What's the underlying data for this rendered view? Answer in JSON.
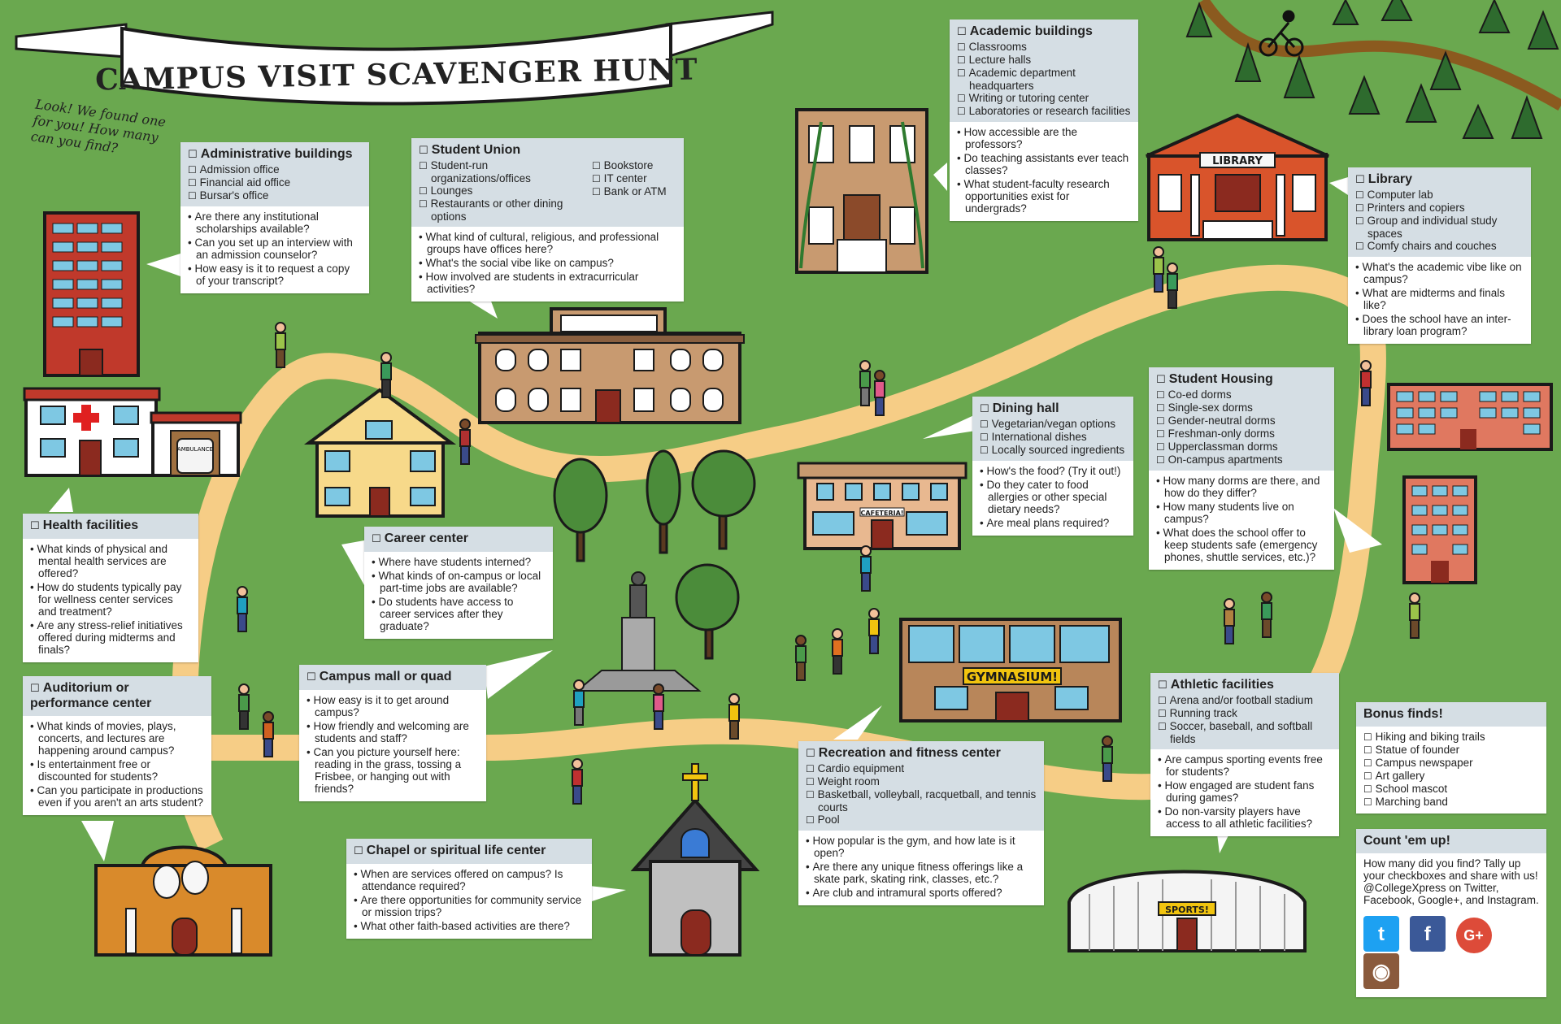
{
  "banner": {
    "title": "CAMPUS VISIT SCAVENGER HUNT"
  },
  "note": "Look! We found one for you! How many can you find?",
  "signs": {
    "library": "LIBRARY",
    "cafeteria": "CAFETERIA!",
    "gymnasium": "GYMNASIUM!",
    "sports": "SPORTS!",
    "ambulance": "AMBULANCE"
  },
  "cards": {
    "admin": {
      "title": "Administrative buildings",
      "items": [
        "Admission office",
        "Financial aid office",
        "Bursar's office"
      ],
      "questions": [
        "Are there any institutional scholarships available?",
        "Can you set up an interview with an admission counselor?",
        "How easy is it to request a copy of your transcript?"
      ]
    },
    "union": {
      "title": "Student Union",
      "items_left": [
        "Student-run organizations/offices",
        "Lounges",
        "Restaurants or other dining options"
      ],
      "items_right": [
        "Bookstore",
        "IT center",
        "Bank or ATM"
      ],
      "questions": [
        "What kind of cultural, religious, and professional groups have offices here?",
        "What's the social vibe like on campus?",
        "How involved are students in extracurricular activities?"
      ]
    },
    "academic": {
      "title": "Academic buildings",
      "items": [
        "Classrooms",
        "Lecture halls",
        "Academic department headquarters",
        "Writing or tutoring center",
        "Laboratories or research facilities"
      ],
      "questions": [
        "How accessible are the professors?",
        "Do teaching assistants ever teach classes?",
        "What student-faculty research opportunities exist for undergrads?"
      ]
    },
    "library": {
      "title": "Library",
      "items": [
        "Computer lab",
        "Printers and copiers",
        "Group and individual study spaces",
        "Comfy chairs and couches"
      ],
      "questions": [
        "What's the academic vibe like on campus?",
        "What are midterms and finals like?",
        "Does the school have an inter-library loan program?"
      ]
    },
    "housing": {
      "title": "Student Housing",
      "items": [
        "Co-ed dorms",
        "Single-sex dorms",
        "Gender-neutral dorms",
        "Freshman-only dorms",
        "Upperclassman dorms",
        "On-campus apartments"
      ],
      "questions": [
        "How many dorms are there, and how do they differ?",
        "How many students live on campus?",
        "What does the school offer to keep students safe (emergency phones, shuttle services, etc.)?"
      ]
    },
    "dining": {
      "title": "Dining hall",
      "items": [
        "Vegetarian/vegan options",
        "International dishes",
        "Locally sourced ingredients"
      ],
      "questions": [
        "How's the food? (Try it out!)",
        "Do they cater to food allergies or other special dietary needs?",
        "Are meal plans required?"
      ]
    },
    "health": {
      "title": "Health facilities",
      "questions": [
        "What kinds of physical and mental health services are offered?",
        "How do students typically pay for wellness center services and treatment?",
        "Are any stress-relief initiatives offered during midterms and finals?"
      ]
    },
    "career": {
      "title": "Career center",
      "questions": [
        "Where have students interned?",
        "What kinds of on-campus or local part-time jobs are available?",
        "Do students have access to career services after they graduate?"
      ]
    },
    "auditorium": {
      "title": "Auditorium or performance center",
      "questions": [
        "What kinds of movies, plays, concerts, and lectures are happening around campus?",
        "Is entertainment free or discounted for students?",
        "Can you participate in productions even if you aren't an arts student?"
      ]
    },
    "quad": {
      "title": "Campus mall or quad",
      "questions": [
        "How easy is it to get around campus?",
        "How friendly and welcoming are students and staff?",
        "Can you picture yourself here: reading in the grass, tossing a Frisbee, or hanging out with friends?"
      ]
    },
    "chapel": {
      "title": "Chapel or spiritual life center",
      "questions": [
        "When are services offered on campus? Is attendance required?",
        "Are there opportunities for community service or mission trips?",
        "What other faith-based activities are there?"
      ]
    },
    "recreation": {
      "title": "Recreation and fitness center",
      "items": [
        "Cardio equipment",
        "Weight room",
        "Basketball, volleyball, racquetball, and tennis courts",
        "Pool"
      ],
      "questions": [
        "How popular is the gym, and how late is it open?",
        "Are there any unique fitness offerings like a skate park, skating rink, classes, etc.?",
        "Are club and intramural sports offered?"
      ]
    },
    "athletic": {
      "title": "Athletic facilities",
      "items": [
        "Arena and/or football stadium",
        "Running track",
        "Soccer, baseball, and softball fields"
      ],
      "questions": [
        "Are campus sporting events free for students?",
        "How engaged are student fans during games?",
        "Do non-varsity players have access to all athletic facilities?"
      ]
    },
    "bonus": {
      "title": "Bonus finds!",
      "items": [
        "Hiking and biking trails",
        "Statue of founder",
        "Campus newspaper",
        "Art gallery",
        "School mascot",
        "Marching band"
      ]
    },
    "count": {
      "title": "Count 'em up!",
      "text": "How many did you find? Tally up your checkboxes and share with us! @CollegeXpress on Twitter, Facebook, Google+, and Instagram."
    }
  },
  "social": {
    "twitter": "t",
    "facebook": "f",
    "google": "G+",
    "instagram": "◉"
  },
  "colors": {
    "grass": "#6aa84f",
    "path": "#f6cd86",
    "card_header": "#d5dee4",
    "brick": "#c0392b"
  }
}
